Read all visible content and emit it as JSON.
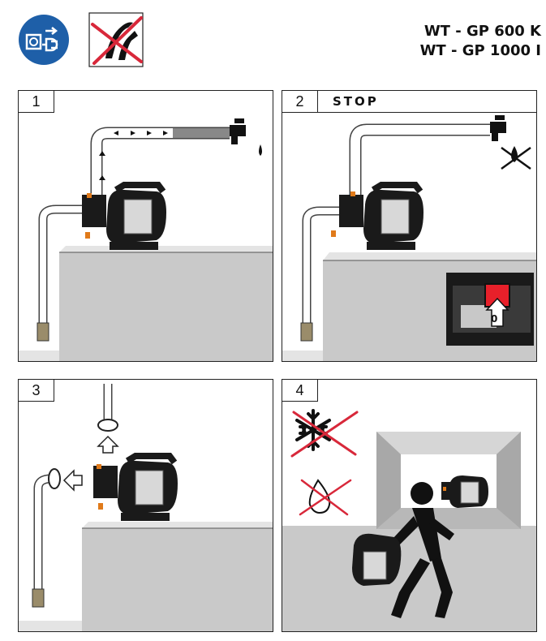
{
  "header": {
    "model_line_1": "WT - GP 600 K",
    "model_line_2": "WT - GP 1000 I",
    "icons": [
      "disconnect-mains-plug-icon",
      "no-pliers-icon"
    ]
  },
  "panels": [
    {
      "number": "1",
      "caption": ""
    },
    {
      "number": "2",
      "caption": "STOP",
      "switch_label": "0"
    },
    {
      "number": "3",
      "caption": ""
    },
    {
      "number": "4",
      "caption": ""
    }
  ],
  "colors": {
    "accent_blue": "#1e5fa8",
    "prohibition_red": "#d8283a",
    "wall_gray": "#c9c9c9",
    "pump_black": "#1a1a1a",
    "switch_red": "#e8202a"
  }
}
